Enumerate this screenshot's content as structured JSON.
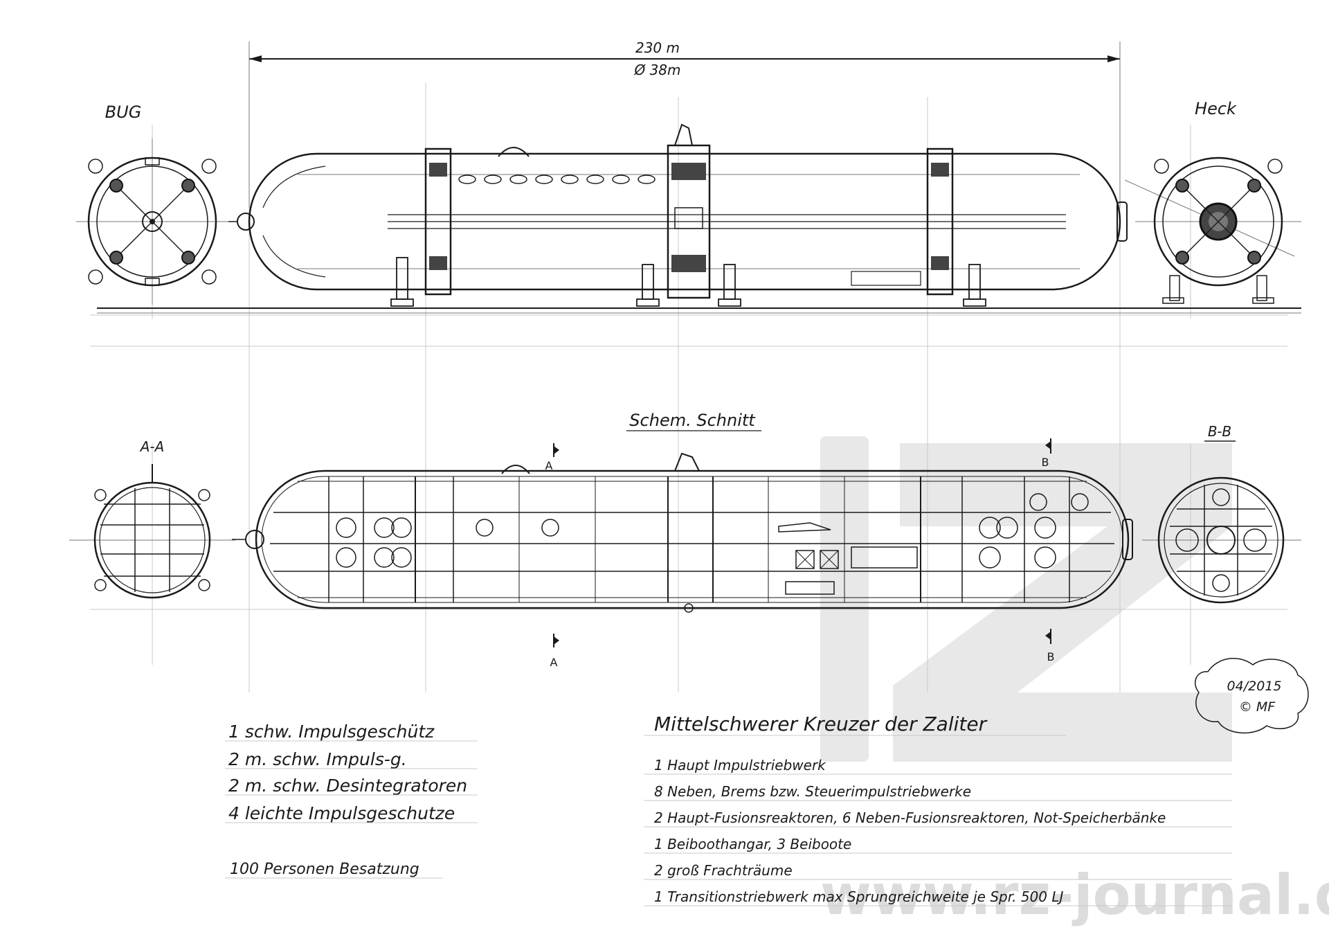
{
  "dimensions": {
    "length": "230 m",
    "diameter": "Ø 38m"
  },
  "views": {
    "bow": "BUG",
    "stern": "Heck",
    "section": "Schem. Schnitt",
    "section_aa": "A-A",
    "section_bb": "B-B",
    "cut_a": "A",
    "cut_b": "B"
  },
  "stamp": {
    "date": "04/2015",
    "author": "© MF"
  },
  "weapons": [
    "1 schw. Impulsgeschütz",
    "2 m. schw. Impuls-g.",
    "2 m. schw. Desintegratoren",
    "4 leichte Impulsgeschutze"
  ],
  "crew": "100 Personen Besatzung",
  "title": "Mittelschwerer Kreuzer der Zaliter",
  "specs": [
    "1 Haupt Impulstriebwerk",
    "8 Neben, Brems bzw. Steuerimpulstriebwerke",
    "2 Haupt-Fusionsreaktoren, 6 Neben-Fusionsreaktoren, Not-Speicherbänke",
    "1 Beiboothangar, 3 Beiboote",
    "2 groß Frachträume",
    "1 Transitionstriebwerk max Sprungreichweite je Spr. 500 LJ"
  ],
  "watermark": {
    "logo_text": "rz",
    "url": "www.rz-journal.de"
  }
}
